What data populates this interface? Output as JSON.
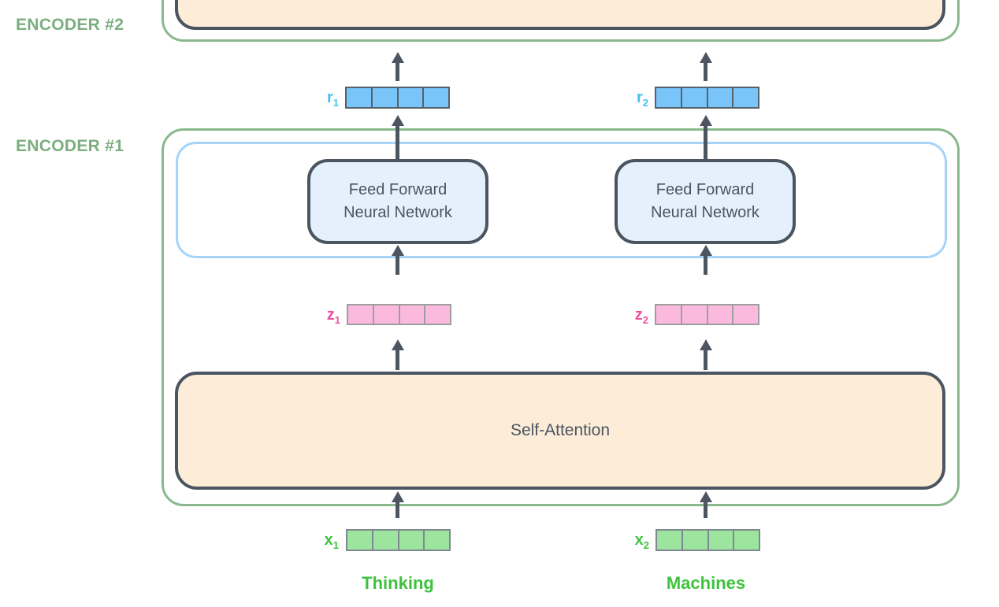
{
  "labels": {
    "encoder2": "ENCODER #2",
    "encoder1": "ENCODER #1"
  },
  "boxes": {
    "ffnn_line1": "Feed Forward",
    "ffnn_line2": "Neural Network",
    "self_attention": "Self-Attention"
  },
  "vectors": {
    "r1": {
      "letter": "r",
      "sub": "1"
    },
    "r2": {
      "letter": "r",
      "sub": "2"
    },
    "z1": {
      "letter": "z",
      "sub": "1"
    },
    "z2": {
      "letter": "z",
      "sub": "2"
    },
    "x1": {
      "letter": "x",
      "sub": "1"
    },
    "x2": {
      "letter": "x",
      "sub": "2"
    }
  },
  "tokens": {
    "left": "Thinking",
    "right": "Machines"
  },
  "colors": {
    "encoder_border": "#8ab88c",
    "encoder_label": "#7cae80",
    "inner_border": "#a6d4f8",
    "dark_border": "#4a5560",
    "ffnn_fill": "#e4f1fc",
    "attention_fill": "#fdecd8",
    "r_fill": "#79c4f8",
    "r_border": "#56616c",
    "r_label": "#45c0f0",
    "z_fill": "#fbb9de",
    "z_border": "#9e9e9e",
    "z_label": "#f04ea0",
    "x_fill": "#9de49e",
    "x_border": "#7d8992",
    "x_label": "#3dc33d",
    "arrow": "#4b5661"
  }
}
